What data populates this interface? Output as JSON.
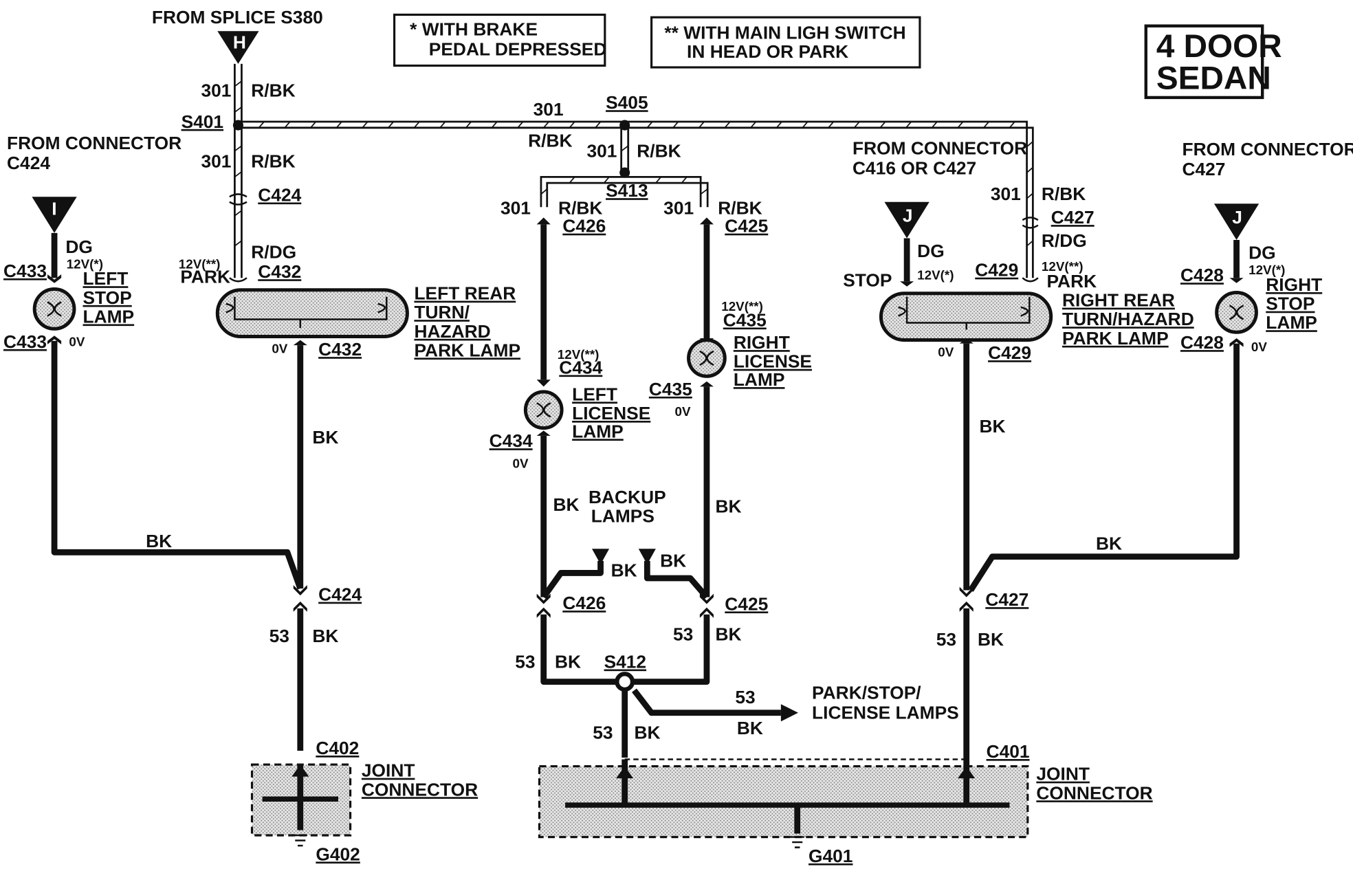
{
  "diagram": {
    "boxes": {
      "brake": [
        "*  WITH BRAKE",
        "PEDAL DEPRESSED"
      ],
      "main_light": [
        "** WITH MAIN LIGH SWITCH",
        "IN HEAD OR PARK"
      ],
      "model": [
        "4 DOOR",
        "SEDAN"
      ]
    },
    "sources": {
      "splice_s380": "FROM SPLICE S380",
      "connector_c424": [
        "FROM CONNECTOR",
        "C424"
      ],
      "connector_c416": [
        "FROM CONNECTOR",
        "C416 OR C427"
      ],
      "connector_c427": [
        "FROM CONNECTOR",
        "C427"
      ],
      "letter_h": "H",
      "letter_i": "I",
      "letter_j": "J"
    },
    "splices": {
      "s401": "S401",
      "s405": "S405",
      "s413": "S413",
      "s412": "S412"
    },
    "circuits": {
      "c301": "301",
      "c53": "53"
    },
    "colors": {
      "rbk": "R/BK",
      "rdg": "R/DG",
      "dg": "DG",
      "bk": "BK"
    },
    "voltages": {
      "v12_star": "12V(*)",
      "v12_dstar": "12V(**)",
      "v0": "0V",
      "park": "PARK",
      "stop": "STOP"
    },
    "connectors": {
      "c433": "C433",
      "c424": "C424",
      "c432": "C432",
      "c426": "C426",
      "c425": "C425",
      "c434": "C434",
      "c435": "C435",
      "c427": "C427",
      "c429": "C429",
      "c428": "C428",
      "c402": "C402",
      "c401": "C401",
      "g402": "G402",
      "g401": "G401"
    },
    "components": {
      "left_stop_lamp": [
        "LEFT",
        "STOP",
        "LAMP"
      ],
      "left_rear_lamp": [
        "LEFT REAR",
        "TURN/",
        "HAZARD",
        "PARK LAMP"
      ],
      "right_license_lamp": [
        "RIGHT",
        "LICENSE",
        "LAMP"
      ],
      "left_license_lamp": [
        "LEFT",
        "LICENSE",
        "LAMP"
      ],
      "right_rear_lamp": [
        "RIGHT REAR",
        "TURN/HAZARD",
        "PARK LAMP"
      ],
      "right_stop_lamp": [
        "RIGHT",
        "STOP",
        "LAMP"
      ],
      "backup_lamps": [
        "BACKUP",
        "LAMPS"
      ],
      "park_stop_license": [
        "PARK/STOP/",
        "LICENSE LAMPS"
      ],
      "joint_connector": [
        "JOINT",
        "CONNECTOR"
      ]
    }
  }
}
